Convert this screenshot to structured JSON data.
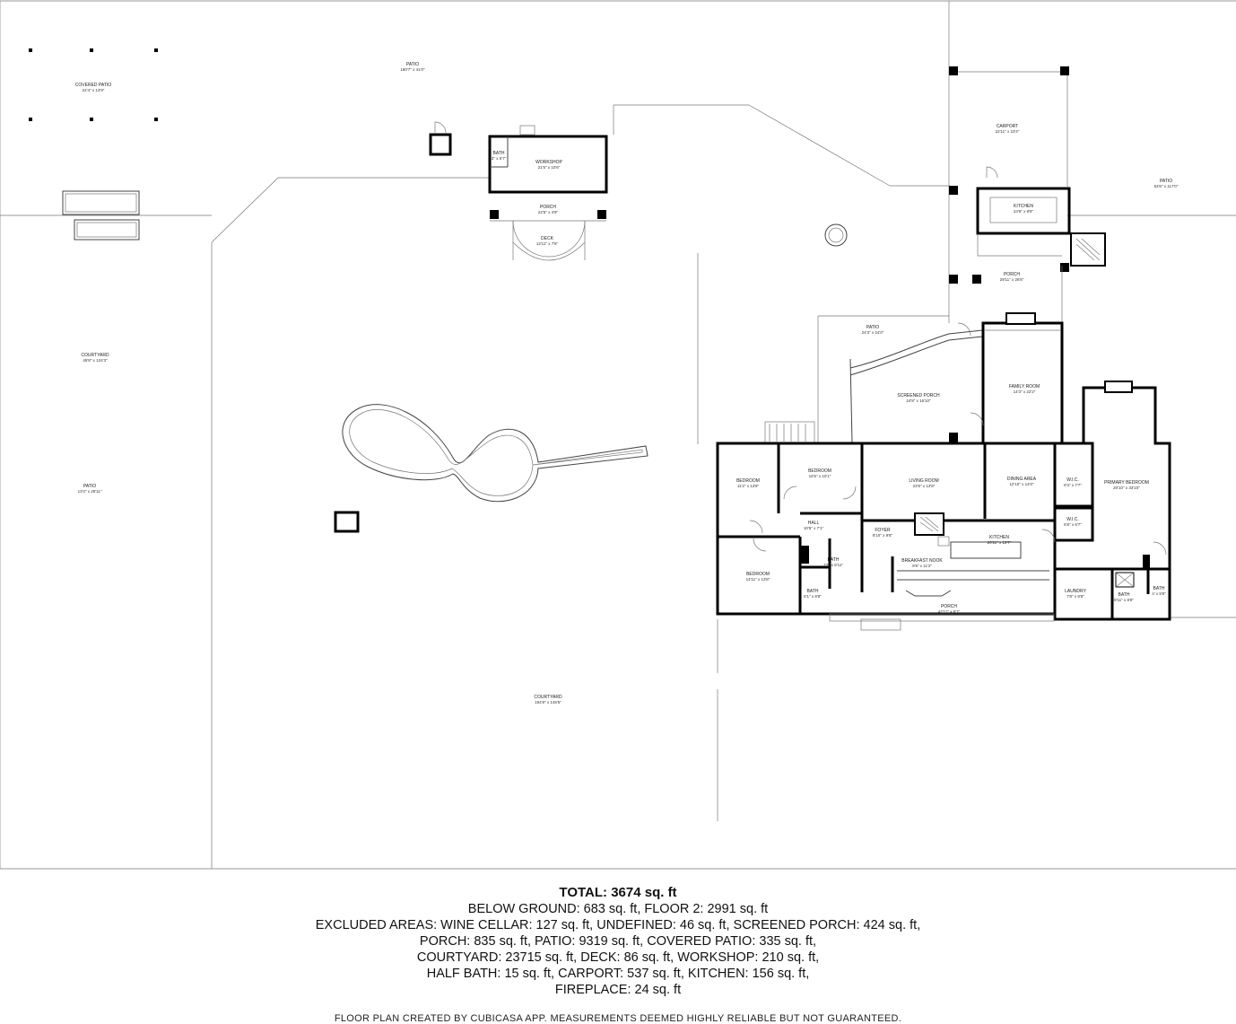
{
  "rooms": [
    {
      "id": "covered-patio",
      "name": "COVERED PATIO",
      "dim": "24'4\" x 13'9\""
    },
    {
      "id": "patio-top",
      "name": "PATIO",
      "dim": "180'7\" x 41'0\""
    },
    {
      "id": "bath-workshop",
      "name": "BATH",
      "dim": "3'' x 5'7\""
    },
    {
      "id": "workshop",
      "name": "WORKSHOP",
      "dim": "21'5\" x 10'6\""
    },
    {
      "id": "porch-workshop",
      "name": "PORCH",
      "dim": "22'5\" x 4'9\""
    },
    {
      "id": "deck",
      "name": "DECK",
      "dim": "12'11\" x 7'8\""
    },
    {
      "id": "carport",
      "name": "CARPORT",
      "dim": "22'11\" x 23'4\""
    },
    {
      "id": "kitchen-out",
      "name": "KITCHEN",
      "dim": "24'6\" x 8'8\""
    },
    {
      "id": "patio-right",
      "name": "PATIO",
      "dim": "54'6\" x 117'0\""
    },
    {
      "id": "porch-mid",
      "name": "PORCH",
      "dim": "29'11\" x 26'8\""
    },
    {
      "id": "patio-mid",
      "name": "PATIO",
      "dim": "24'3\" x 24'0\""
    },
    {
      "id": "courtyard-left",
      "name": "COURTYARD",
      "dim": "45'8\" x 124'3\""
    },
    {
      "id": "patio-left",
      "name": "PATIO",
      "dim": "13'4\" x 28'11\""
    },
    {
      "id": "screened-porch",
      "name": "SCREENED PORCH",
      "dim": "24'8\" x 16'10\""
    },
    {
      "id": "family-room",
      "name": "FAMILY ROOM",
      "dim": "14'3\" x 22'2\""
    },
    {
      "id": "bedroom-1",
      "name": "BEDROOM",
      "dim": "11'2\" x 13'8\""
    },
    {
      "id": "bedroom-2",
      "name": "BEDROOM",
      "dim": "15'5\" x 10'1\""
    },
    {
      "id": "living-room",
      "name": "LIVING ROOM",
      "dim": "23'5\" x 13'8\""
    },
    {
      "id": "dining-area",
      "name": "DINING AREA",
      "dim": "12'10\" x 14'0\""
    },
    {
      "id": "wic-1",
      "name": "W.I.C.",
      "dim": "8'3\" x 7'7\""
    },
    {
      "id": "primary-bedroom",
      "name": "PRIMARY BEDROOM",
      "dim": "20'10\" x 33'10\""
    },
    {
      "id": "hall",
      "name": "HALL",
      "dim": "10'5\" x 7'1\""
    },
    {
      "id": "foyer",
      "name": "FOYER",
      "dim": "8'10\" x 9'8\""
    },
    {
      "id": "kitchen-main",
      "name": "KITCHEN",
      "dim": "20'11\" x 12'7\""
    },
    {
      "id": "wic-2",
      "name": "W.I.C.",
      "dim": "6'8\" x 6'7\""
    },
    {
      "id": "bath-hall",
      "name": "BATH",
      "dim": "7'8\" x 8'11\""
    },
    {
      "id": "breakfast-nook",
      "name": "BREAKFAST NOOK",
      "dim": "9'8\" x 11'2\""
    },
    {
      "id": "bedroom-3",
      "name": "BEDROOM",
      "dim": "14'11\" x 13'8\""
    },
    {
      "id": "bath-small",
      "name": "BATH",
      "dim": "5'1\" x 8'8\""
    },
    {
      "id": "laundry",
      "name": "LAUNDRY",
      "dim": "7'8\" x 8'8\""
    },
    {
      "id": "bath-primary",
      "name": "BATH",
      "dim": "8'11\" x 8'8\""
    },
    {
      "id": "bath-tiny",
      "name": "BATH",
      "dim": "4' x 5'9\""
    },
    {
      "id": "porch-front",
      "name": "PORCH",
      "dim": "42'11\" x 6'1\""
    },
    {
      "id": "courtyard-main",
      "name": "COURTYARD",
      "dim": "194'8\" x 145'5\""
    }
  ],
  "summary": {
    "total": "TOTAL: 3674 sq. ft",
    "lines": [
      "BELOW GROUND: 683 sq. ft, FLOOR 2: 2991 sq. ft",
      "EXCLUDED AREAS: WINE CELLAR: 127 sq. ft, UNDEFINED: 46 sq. ft, SCREENED PORCH: 424 sq. ft,",
      "PORCH: 835 sq. ft, PATIO: 9319 sq. ft, COVERED PATIO: 335 sq. ft,",
      "COURTYARD: 23715 sq. ft, DECK: 86 sq. ft, WORKSHOP: 210 sq. ft,",
      "HALF BATH: 15 sq. ft, CARPORT: 537 sq. ft, KITCHEN: 156 sq. ft,",
      "FIREPLACE: 24 sq. ft"
    ]
  },
  "footer": "FLOOR PLAN CREATED BY CUBICASA APP. MEASUREMENTS DEEMED HIGHLY RELIABLE BUT NOT GUARANTEED."
}
